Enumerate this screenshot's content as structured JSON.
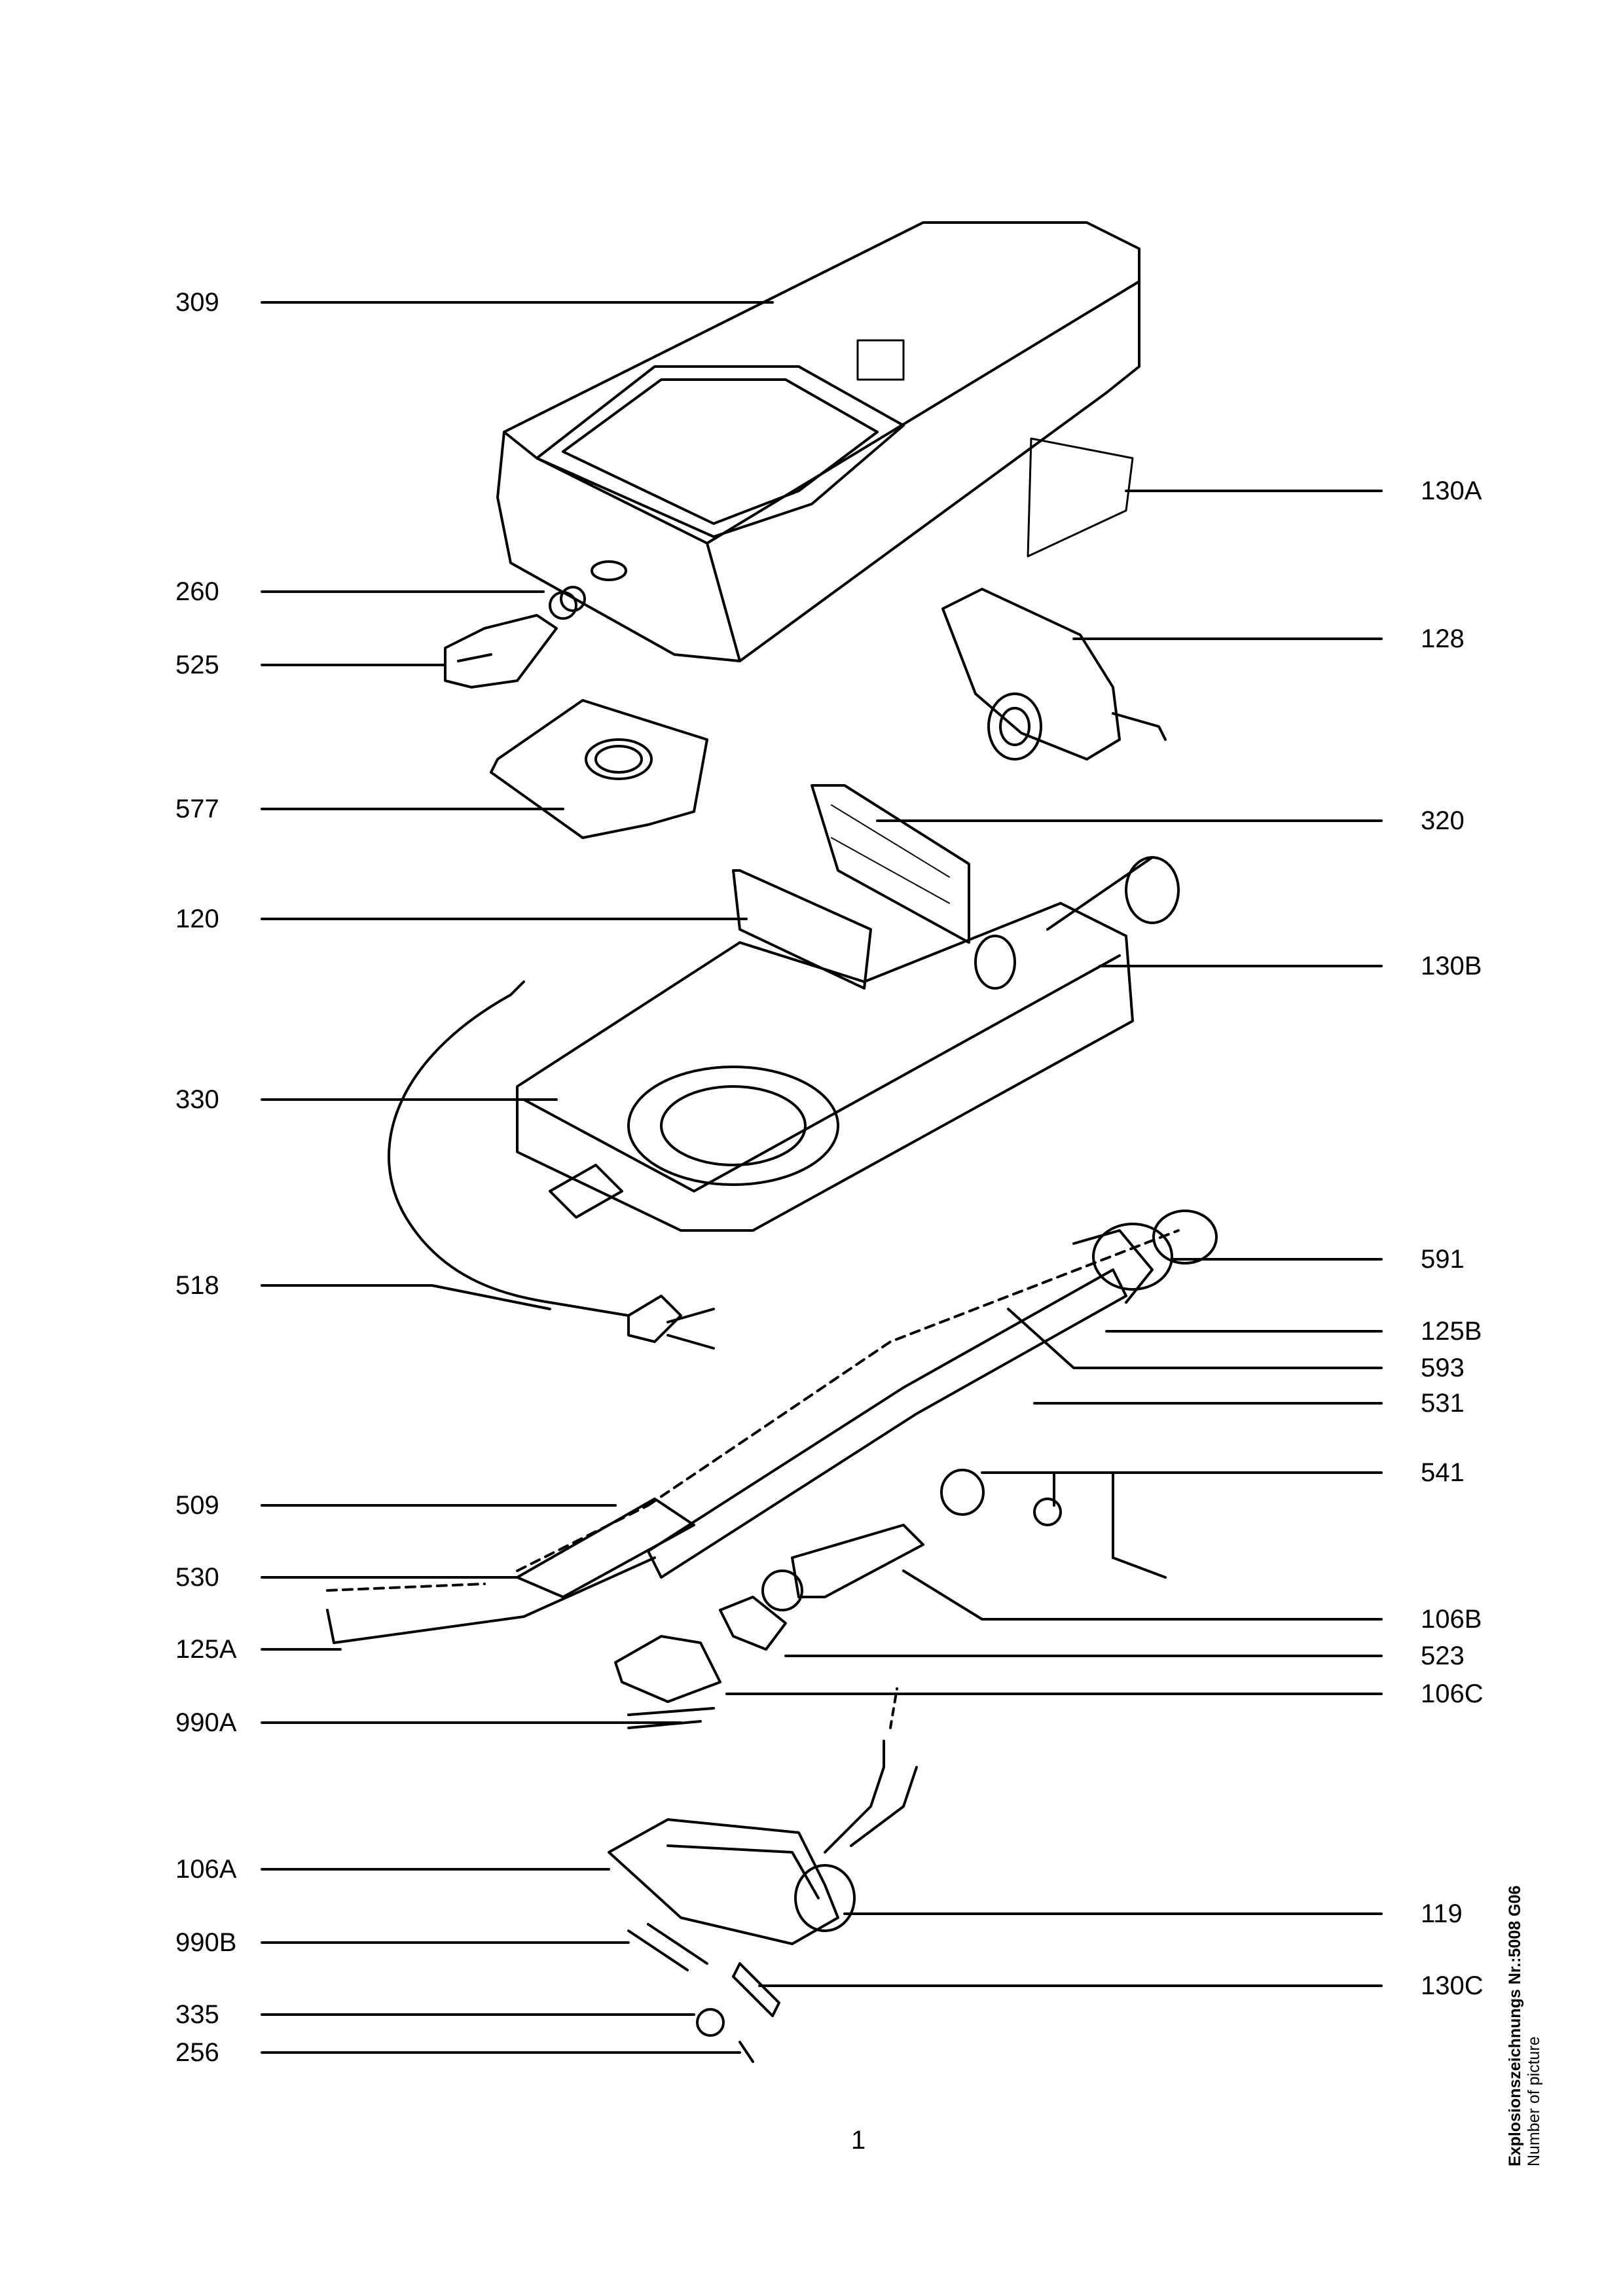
{
  "parts": {
    "left": [
      "309",
      "260",
      "525",
      "577",
      "120",
      "330",
      "518",
      "509",
      "530",
      "125A",
      "990A",
      "106A",
      "990B",
      "335",
      "256"
    ],
    "right": [
      "130A",
      "128",
      "320",
      "130B",
      "591",
      "125B",
      "593",
      "531",
      "541",
      "106B",
      "523",
      "106C",
      "119",
      "130C"
    ]
  },
  "page_number": "1",
  "caption": {
    "title": "Explosionszeichnungs Nr.:5008 G06",
    "subtitle": "Number of picture"
  }
}
